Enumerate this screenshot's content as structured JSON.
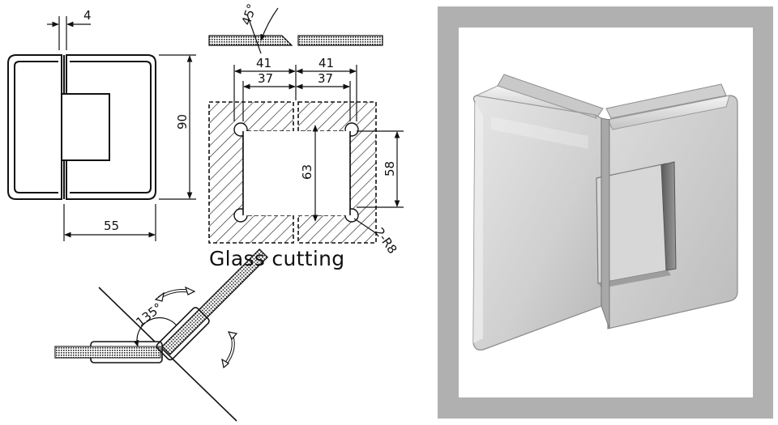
{
  "dimensions": {
    "glass_gap": "4",
    "height": "90",
    "width": "55",
    "chamfer_angle": "45°",
    "outer_cut_left": "41",
    "outer_cut_right": "41",
    "inner_cut_left": "37",
    "inner_cut_right": "37",
    "cutout_height_outer": "63",
    "cutout_height_inner": "58",
    "corner_radius": "2-R8",
    "opening_angle": "135°"
  },
  "caption": "Glass cutting",
  "colors": {
    "line": "#111111",
    "frame": "#b0b0b0",
    "metal_light": "#dedede",
    "metal_dark": "#9a9a9a"
  },
  "icons": {
    "rotation_arrow_top": "curved-double-arrow-icon",
    "rotation_arrow_right": "curved-double-arrow-icon"
  }
}
